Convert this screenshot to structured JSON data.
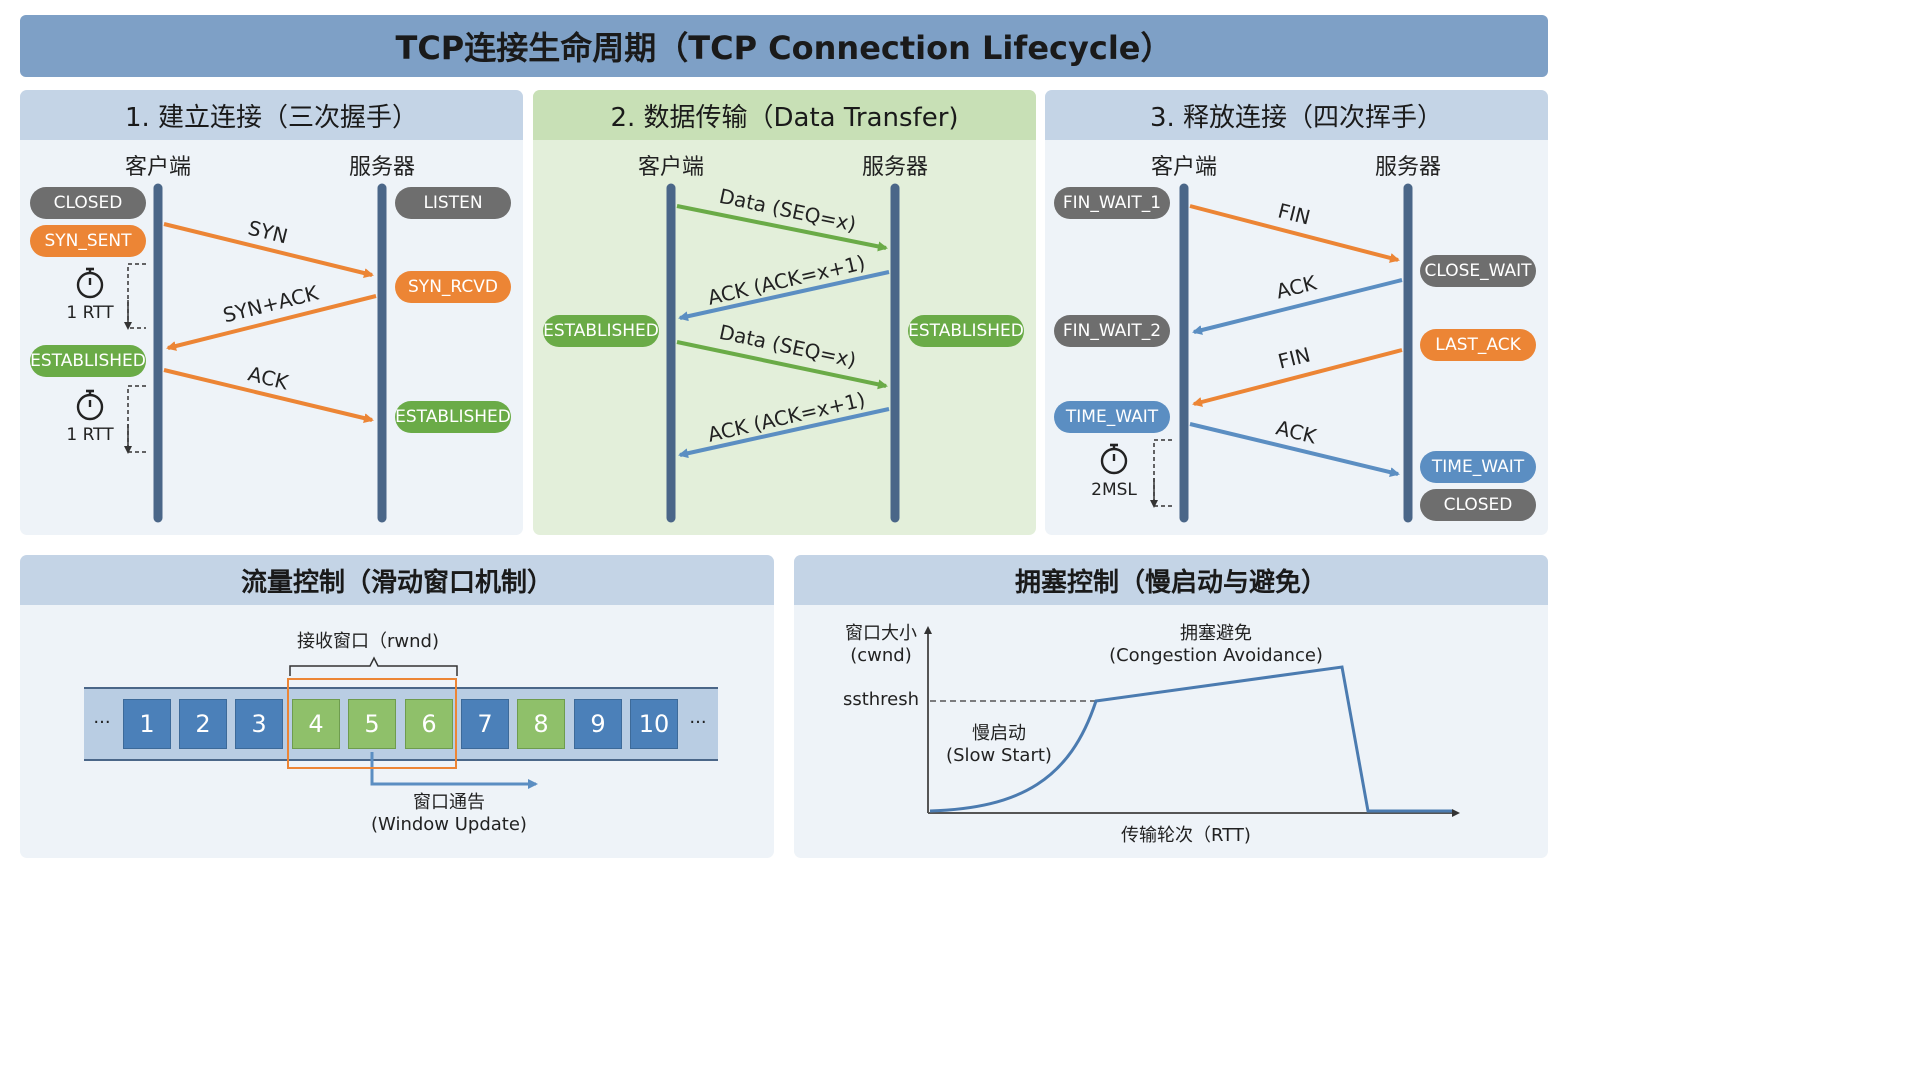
{
  "title": "TCP连接生命周期（TCP Connection Lifecycle）",
  "colors": {
    "banner": "#7ea0c6",
    "orange": "#ec8535",
    "green": "#6aab47",
    "blue": "#5b8ec2",
    "gray": "#6e6e6e",
    "timeline": "#4a6688"
  },
  "handshake": {
    "heading": "1. 建立连接（三次握手）",
    "client": "客户端",
    "server": "服务器",
    "client_states": [
      "CLOSED",
      "SYN_SENT",
      "ESTABLISHED"
    ],
    "server_states": [
      "LISTEN",
      "SYN_RCVD",
      "ESTABLISHED"
    ],
    "messages": [
      "SYN",
      "SYN+ACK",
      "ACK"
    ],
    "rtt": [
      "1 RTT",
      "1 RTT"
    ]
  },
  "transfer": {
    "heading": "2. 数据传输（Data Transfer)",
    "client": "客户端",
    "server": "服务器",
    "client_state": "ESTABLISHED",
    "server_state": "ESTABLISHED",
    "messages": [
      "Data (SEQ=x)",
      "ACK (ACK=x+1)",
      "Data (SEQ=x)",
      "ACK (ACK=x+1)"
    ]
  },
  "teardown": {
    "heading": "3. 释放连接（四次挥手）",
    "client": "客户端",
    "server": "服务器",
    "client_states": [
      "FIN_WAIT_1",
      "FIN_WAIT_2",
      "TIME_WAIT"
    ],
    "server_states": [
      "CLOSE_WAIT",
      "LAST_ACK",
      "TIME_WAIT",
      "CLOSED"
    ],
    "messages": [
      "FIN",
      "ACK",
      "FIN",
      "ACK"
    ],
    "timer": "2MSL"
  },
  "flow": {
    "heading": "流量控制（滑动窗口机制）",
    "rwnd_label": "接收窗口（rwnd)",
    "ellipsis_left": "···",
    "ellipsis_right": "···",
    "cells": [
      "1",
      "2",
      "3",
      "4",
      "5",
      "6",
      "7",
      "8",
      "9",
      "10"
    ],
    "update_label_cn": "窗口通告",
    "update_label_en": "(Window Update)"
  },
  "congestion": {
    "heading": "拥塞控制（慢启动与避免）",
    "y_label_cn": "窗口大小",
    "y_label_en": "(cwnd)",
    "ssthresh": "ssthresh",
    "avoid_cn": "拥塞避免",
    "avoid_en": "(Congestion Avoidance)",
    "slow_cn": "慢启动",
    "slow_en": "(Slow Start)",
    "x_label": "传输轮次（RTT)"
  }
}
